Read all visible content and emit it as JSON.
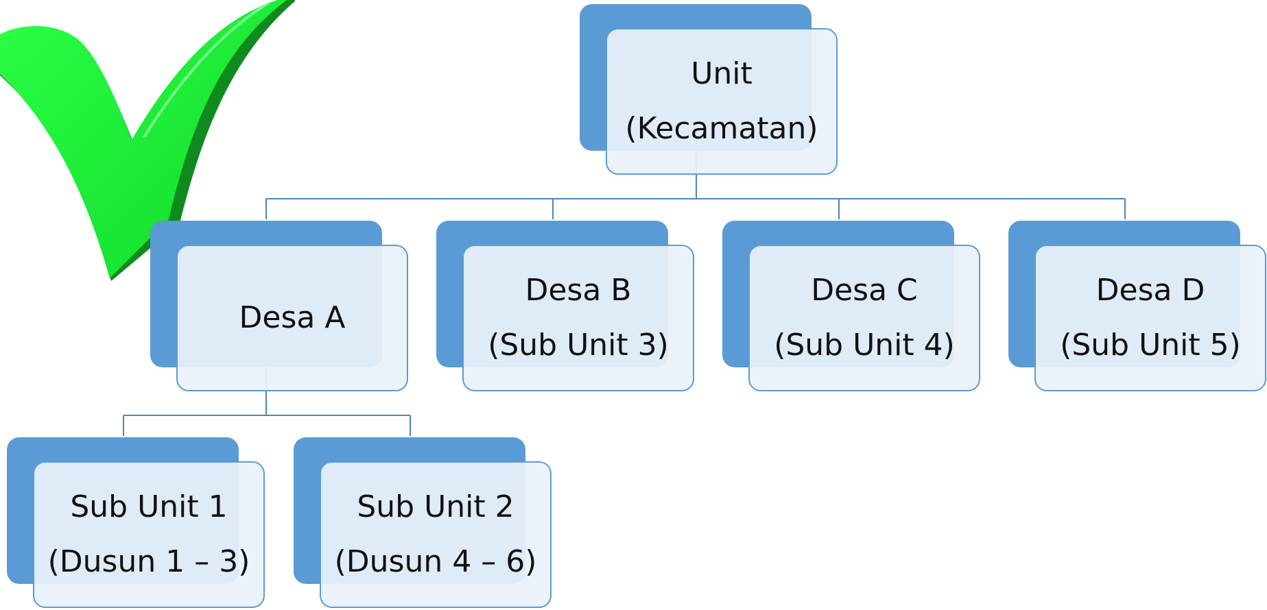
{
  "diagram": {
    "root": {
      "lines": [
        "Unit",
        "(Kecamatan)"
      ]
    },
    "desa": [
      {
        "lines": [
          "Desa A"
        ]
      },
      {
        "lines": [
          "Desa B",
          "(Sub Unit 3)"
        ]
      },
      {
        "lines": [
          "Desa C",
          "(Sub Unit 4)"
        ]
      },
      {
        "lines": [
          "Desa D",
          "(Sub Unit 5)"
        ]
      }
    ],
    "sub_units": [
      {
        "lines": [
          "Sub Unit 1",
          "(Dusun 1 – 3)"
        ]
      },
      {
        "lines": [
          "Sub Unit 2",
          "(Dusun 4 – 6)"
        ]
      }
    ],
    "colors": {
      "accent_blue": "#5b9bd5",
      "box_fill": "#e9f1fa",
      "check_green": "#22e83a",
      "check_dark_green": "#0e8a1f",
      "connector": "#4a86c0"
    },
    "decoration_icon": "checkmark-icon"
  }
}
